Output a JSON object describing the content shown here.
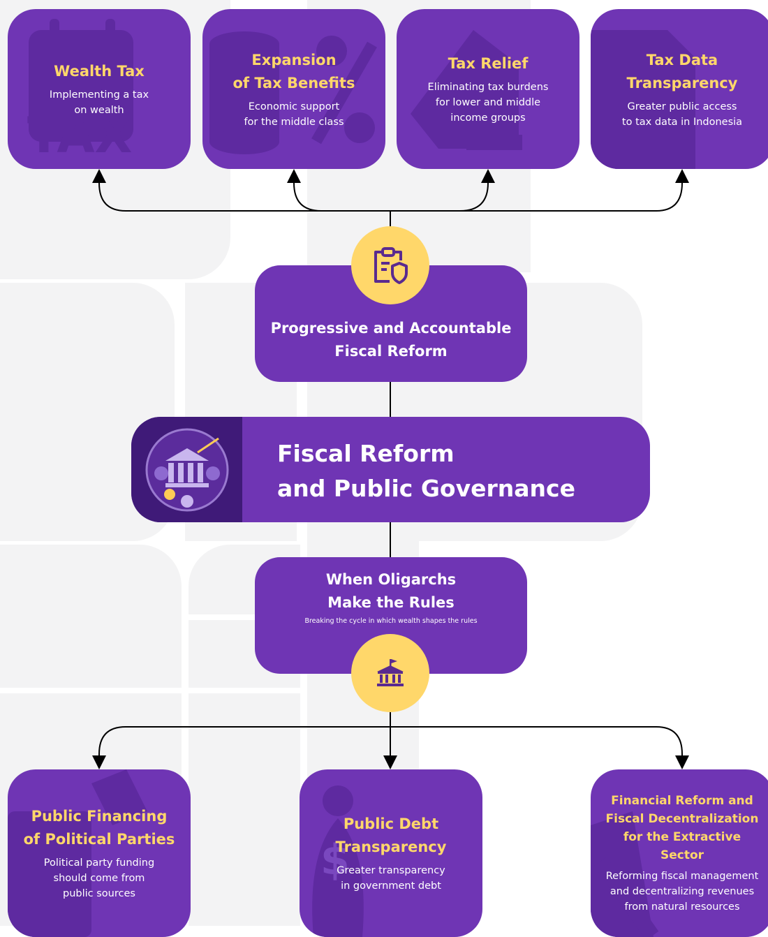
{
  "main": {
    "title": "Fiscal Reform\nand Public Governance",
    "icon": "government-finance-emblem"
  },
  "upper_hub": {
    "title": "Progressive and Accountable\nFiscal Reform",
    "icon": "clipboard-shield-icon"
  },
  "lower_hub": {
    "title": "When Oligarchs\nMake the Rules",
    "subtitle": "Breaking the cycle in which wealth shapes the rules",
    "icon": "institution-icon"
  },
  "top_cards": [
    {
      "title": "Wealth Tax",
      "desc": "Implementing a tax\non wealth",
      "watermark": "tax-calendar"
    },
    {
      "title": "Expansion\nof Tax Benefits",
      "desc": "Economic support\nfor the middle class",
      "watermark": "coins-percent"
    },
    {
      "title": "Tax Relief",
      "desc": "Eliminating tax burdens\nfor lower and middle\nincome groups",
      "watermark": "tax-tag"
    },
    {
      "title": "Tax Data\nTransparency",
      "desc": "Greater public access\nto tax data in Indonesia",
      "watermark": "document"
    }
  ],
  "bottom_cards": [
    {
      "title": "Public Financing\nof Political Parties",
      "desc": "Political party funding\nshould come from\npublic sources",
      "watermark": "ballot-box"
    },
    {
      "title": "Public Debt\nTransparency",
      "desc": "Greater transparency\nin government debt",
      "watermark": "money-bag"
    },
    {
      "title": "Financial Reform and\nFiscal Decentralization\nfor the Extractive Sector",
      "desc": "Reforming fiscal management\nand decentralizing revenues\nfrom natural resources",
      "watermark": "mining-tools"
    }
  ],
  "colors": {
    "purple": "#6f35b4",
    "dark_purple": "#3f1a78",
    "yellow": "#ffd76a",
    "background_shapes": "#f3f3f4",
    "connector": "#000000"
  }
}
